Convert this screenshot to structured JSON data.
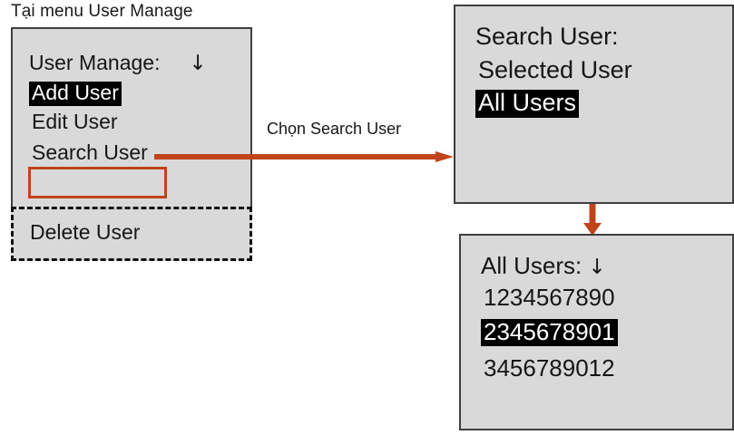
{
  "caption": "Tại menu User Manage",
  "colors": {
    "accent_orange": "#c0441a",
    "lcd_background": "#d9d9d9",
    "lcd_border": "#3f3f3f",
    "highlight_background": "#000000",
    "highlight_text": "#ffffff"
  },
  "left_panel": {
    "name": "User Manage",
    "title": "User Manage:",
    "scroll_icon": "↓",
    "items": [
      {
        "label": "Add User",
        "selected": true
      },
      {
        "label": "Edit User",
        "selected": false
      },
      {
        "label": "Search User",
        "selected": false,
        "outlined": true
      }
    ],
    "detached_item": {
      "label": "Delete User",
      "selected": false
    }
  },
  "transition_search": {
    "label": "Chọn Search User"
  },
  "search_user_panel": {
    "name": "Search User",
    "title": "Search User:",
    "options": [
      {
        "label": "Selected User",
        "selected": false
      },
      {
        "label": "All Users",
        "selected": true
      }
    ]
  },
  "all_users_panel": {
    "name": "All Users",
    "title": "All Users:",
    "scroll_icon": "↓",
    "users": [
      {
        "id": "1234567890",
        "selected": false
      },
      {
        "id": "2345678901",
        "selected": true
      },
      {
        "id": "3456789012",
        "selected": false
      }
    ]
  }
}
